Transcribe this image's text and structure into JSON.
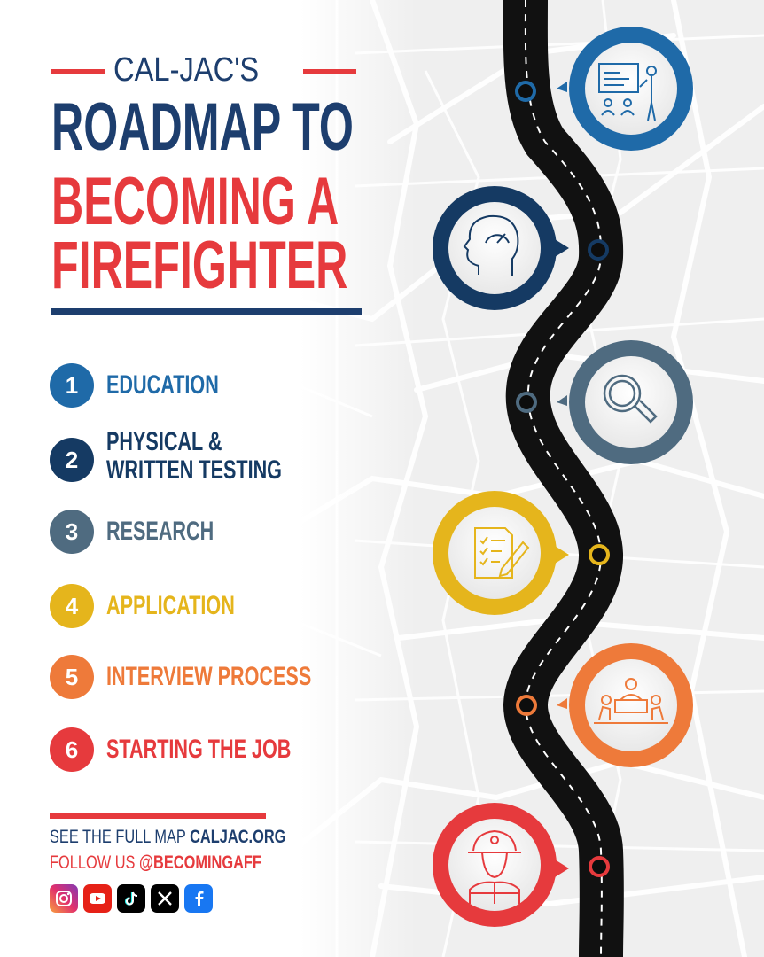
{
  "header": {
    "line1": "CAL-JAC'S",
    "line2": "ROADMAP TO",
    "line3": "BECOMING A",
    "line4": "FIREFIGHTER"
  },
  "steps": [
    {
      "number": "1",
      "label": "EDUCATION",
      "color": "#1f6aa8",
      "icon": "classroom-presentation-icon"
    },
    {
      "number": "2",
      "label": "PHYSICAL &",
      "label2": "WRITTEN TESTING",
      "color": "#153a63",
      "icon": "head-gauge-icon"
    },
    {
      "number": "3",
      "label": "RESEARCH",
      "color": "#4f6b80",
      "icon": "magnifying-glass-icon"
    },
    {
      "number": "4",
      "label": "APPLICATION",
      "color": "#e5b51c",
      "icon": "checklist-pencil-icon"
    },
    {
      "number": "5",
      "label": "INTERVIEW PROCESS",
      "color": "#ee7a3a",
      "icon": "interview-table-icon"
    },
    {
      "number": "6",
      "label": "STARTING THE JOB",
      "color": "#e63a3d",
      "icon": "firefighter-icon"
    }
  ],
  "footer": {
    "map_prefix": "SEE THE FULL MAP ",
    "map_link": "CALJAC.ORG",
    "follow_prefix": "FOLLOW US ",
    "follow_handle": "@BECOMINGAFF",
    "socials": [
      "instagram-icon",
      "youtube-icon",
      "tiktok-icon",
      "x-icon",
      "facebook-icon"
    ]
  },
  "colors": {
    "navy": "#1d3e6e",
    "red": "#e63a3d"
  }
}
